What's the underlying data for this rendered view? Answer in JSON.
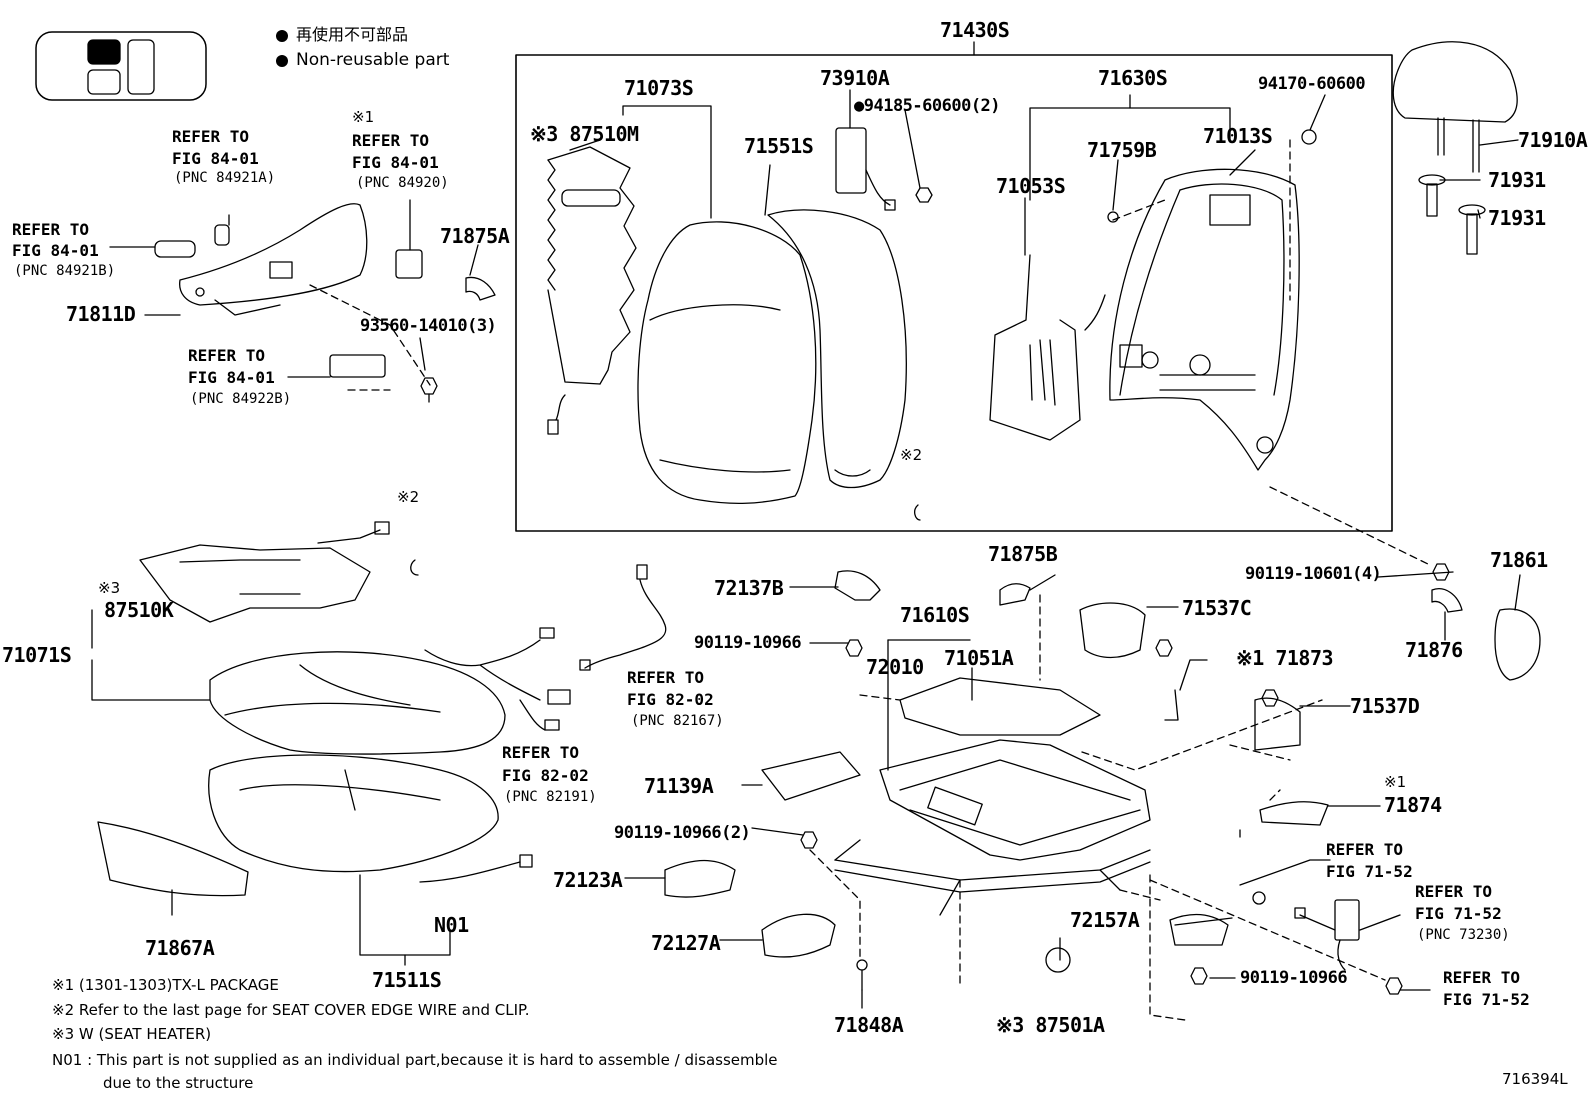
{
  "legend": {
    "jp": "再使用不可部品",
    "en": "Non-reusable part"
  },
  "parts": {
    "p71430S": "71430S",
    "p71073S": "71073S",
    "p87510M": "※3 87510M",
    "p71551S": "71551S",
    "p73910A": "73910A",
    "p94185": "●94185-60600(2)",
    "p71630S": "71630S",
    "p94170": "94170-60600",
    "p71759B": "71759B",
    "p71013S": "71013S",
    "p71053S": "71053S",
    "p71910A": "71910A",
    "p71931a": "71931",
    "p71931b": "71931",
    "p71875A": "71875A",
    "p93560": "93560-14010(3)",
    "p71811D": "71811D",
    "p71071S": "71071S",
    "p87510K": "87510K",
    "p71867A": "71867A",
    "p71511S": "71511S",
    "pN01": "N01",
    "p72137B": "72137B",
    "p90119a": "90119-10966",
    "p71875B": "71875B",
    "p71610S": "71610S",
    "p72010": "72010",
    "p71051A": "71051A",
    "p71537C": "71537C",
    "p90119b": "90119-10601(4)",
    "p71861": "71861",
    "p71876": "71876",
    "p71873": "※1 71873",
    "p71537D": "71537D",
    "p71139A": "71139A",
    "p90119c": "90119-10966(2)",
    "p72123A": "72123A",
    "p72127A": "72127A",
    "p71848A": "71848A",
    "p87501A": "※3 87501A",
    "p72157A": "72157A",
    "p90119d": "90119-10966",
    "p71874": "71874",
    "code": "716394L"
  },
  "marks": {
    "m1": "※1",
    "m2a": "※2",
    "m2b": "※2",
    "m3": "※3",
    "m1b": "※1"
  },
  "refs": {
    "r1": {
      "a": "REFER TO",
      "b": "FIG 84-01",
      "c": "(PNC 84921A)"
    },
    "r2": {
      "a": "REFER TO",
      "b": "FIG 84-01",
      "c": "(PNC 84920)"
    },
    "r3": {
      "a": "REFER TO",
      "b": "FIG 84-01",
      "c": "(PNC 84921B)"
    },
    "r4": {
      "a": "REFER TO",
      "b": "FIG 84-01",
      "c": "(PNC 84922B)"
    },
    "r5": {
      "a": "REFER TO",
      "b": "FIG 82-02",
      "c": "(PNC 82167)"
    },
    "r6": {
      "a": "REFER TO",
      "b": "FIG 82-02",
      "c": "(PNC 82191)"
    },
    "r7": {
      "a": "REFER TO",
      "b": "FIG 71-52"
    },
    "r8": {
      "a": "REFER TO",
      "b": "FIG 71-52",
      "c": "(PNC 73230)"
    },
    "r9": {
      "a": "REFER TO",
      "b": "FIG 71-52"
    }
  },
  "notes": {
    "n1": "※1 (1301-1303)TX-L PACKAGE",
    "n2": "※2 Refer to the last page for SEAT COVER EDGE WIRE and CLIP.",
    "n3": "※3 W (SEAT HEATER)",
    "n4a": "N01 : This part is not supplied as an individual part,because it is hard to assemble / disassemble",
    "n4b": "due to the structure"
  }
}
